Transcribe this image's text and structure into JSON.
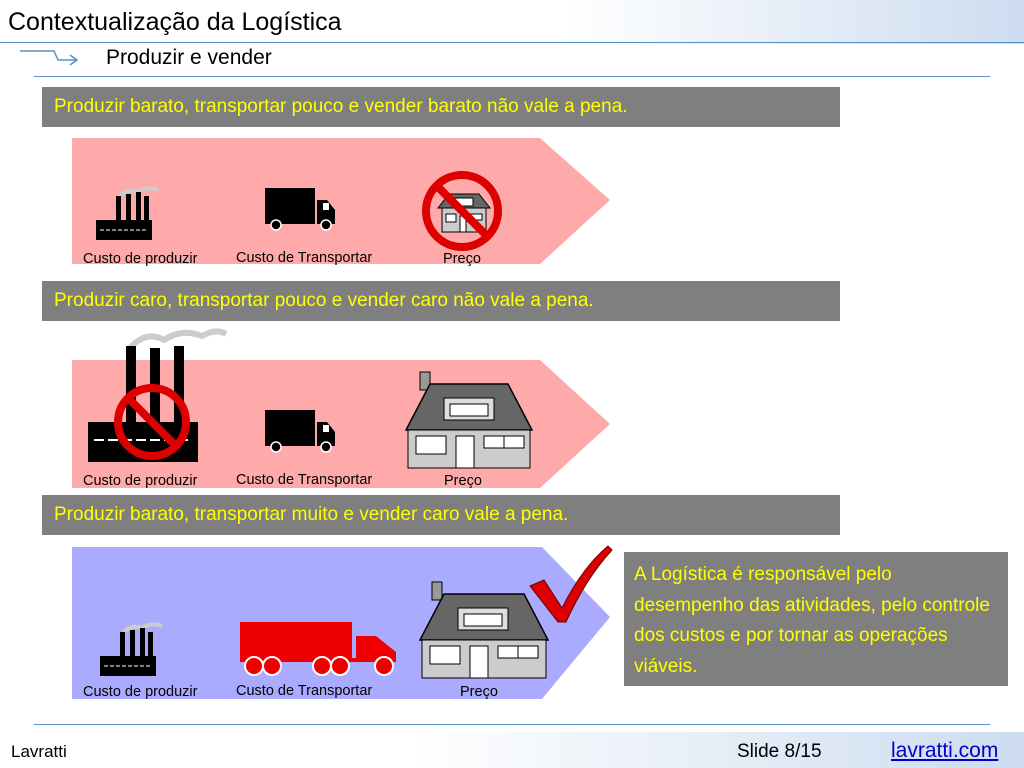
{
  "header": {
    "title": "Contextualização da Logística",
    "subtitle": "Produzir e vender"
  },
  "scenarios": [
    {
      "banner": "Produzir barato, transportar pouco e vender barato não vale a pena.",
      "panel_color": "#ffaaaa",
      "labels": {
        "produce": "Custo de produzir",
        "transport": "Custo de Transportar",
        "price": "Preço"
      }
    },
    {
      "banner": "Produzir caro, transportar pouco e vender caro não vale a pena.",
      "panel_color": "#ffaaaa",
      "labels": {
        "produce": "Custo de produzir",
        "transport": "Custo de Transportar",
        "price": "Preço"
      }
    },
    {
      "banner": "Produzir barato, transportar muito e vender caro vale  a pena.",
      "panel_color": "#aaaaff",
      "labels": {
        "produce": "Custo de produzir",
        "transport": "Custo de Transportar",
        "price": "Preço"
      }
    }
  ],
  "conclusion": "A Logística é responsável pelo desempenho das atividades, pelo controle dos custos e por tornar as operações viáveis.",
  "footer": {
    "author": "Lavratti",
    "slide": "Slide 8/15",
    "link": "lavratti.com"
  },
  "icons": {
    "factory": "factory-icon",
    "truck": "truck-icon",
    "house": "house-icon",
    "prohibited": "prohibited-icon",
    "check": "checkmark-icon"
  },
  "colors": {
    "banner_bg": "#7f7f7f",
    "banner_text": "#ffff00",
    "prohibit_red": "#dd0000",
    "big_truck": "#ee0000",
    "link": "#0000cc"
  }
}
